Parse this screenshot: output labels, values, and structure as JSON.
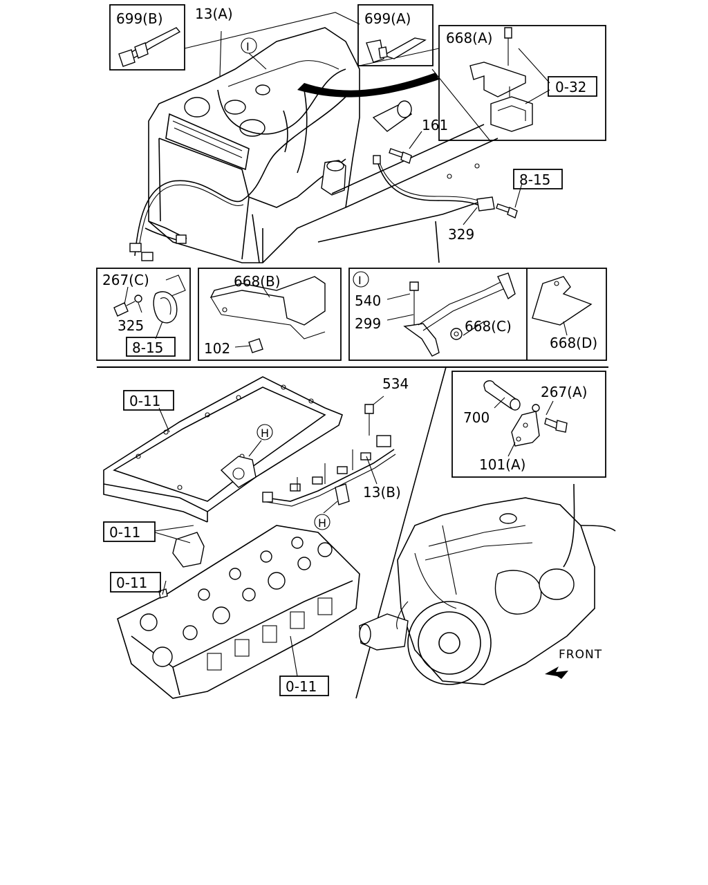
{
  "labels": {
    "p699b": "699(B)",
    "p13a": "13(A)",
    "p699a": "699(A)",
    "p668a": "668(A)",
    "ref032": "0-32",
    "p161": "161",
    "ref815a": "8-15",
    "p329": "329",
    "p267c": "267(C)",
    "p325": "325",
    "ref815b": "8-15",
    "p668b": "668(B)",
    "p102": "102",
    "detI": "I",
    "p540": "540",
    "p299": "299",
    "p668c": "668(C)",
    "p668d": "668(D)",
    "p534": "534",
    "ref011a": "0-11",
    "detH1": "H",
    "p13b": "13(B)",
    "detH2": "H",
    "ref011b": "0-11",
    "ref011c": "0-11",
    "ref011d": "0-11",
    "p267a": "267(A)",
    "p700": "700",
    "p101a": "101(A)",
    "front": "FRONT",
    "detI2": "I"
  }
}
